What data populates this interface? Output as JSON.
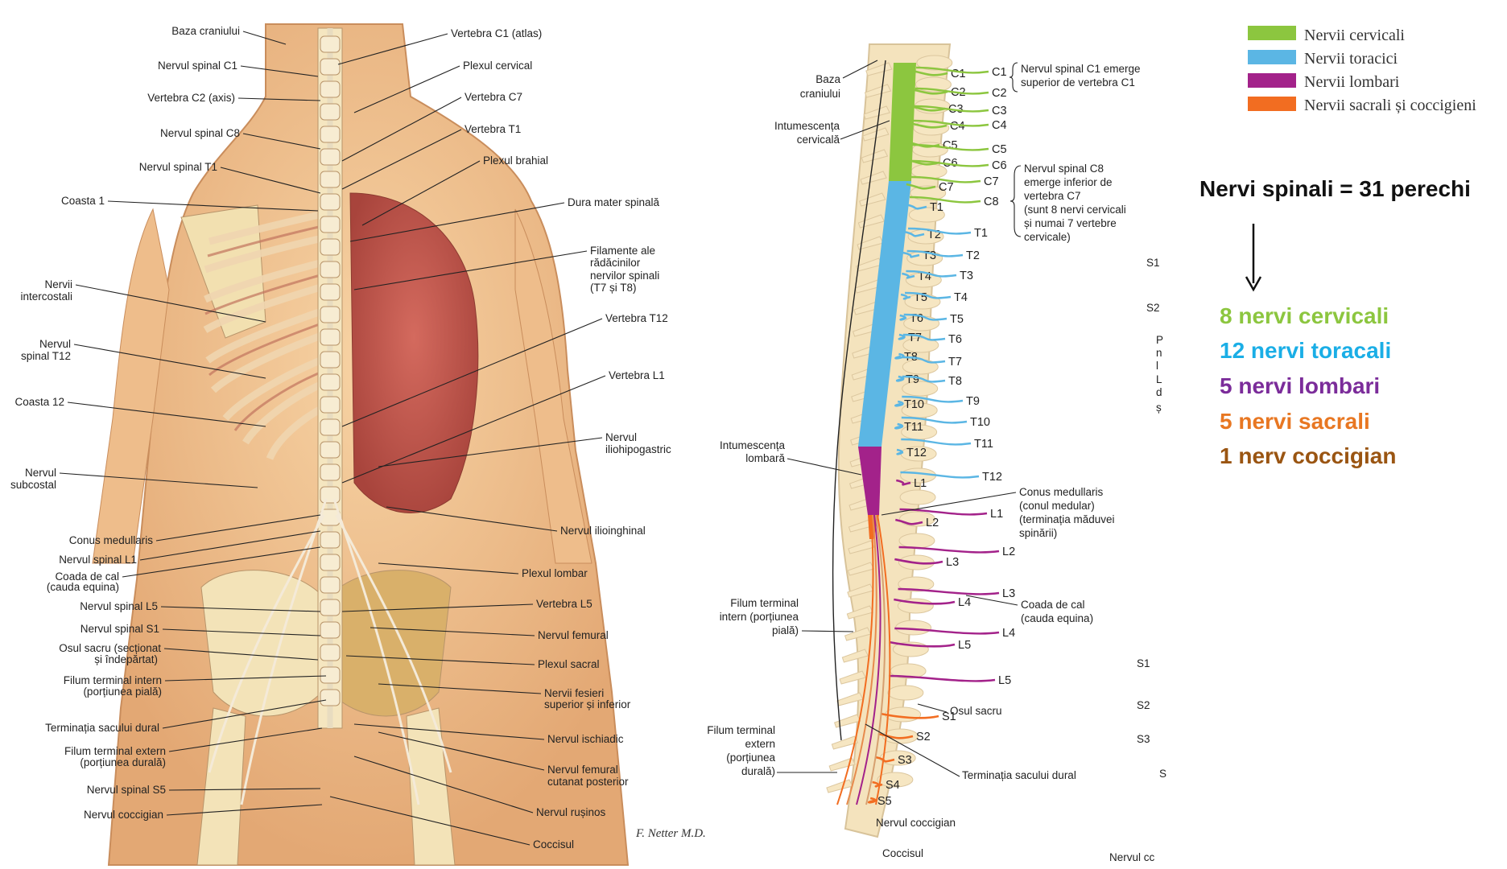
{
  "left_figure": {
    "signature": "F. Netter M.D.",
    "left_labels": [
      "Baza craniului",
      "Nervul spinal C1",
      "Vertebra C2 (axis)",
      "Nervul spinal C8",
      "Nervul spinal T1",
      "Coasta 1",
      "Nervii",
      "intercostali",
      "Nervul",
      "spinal T12",
      "Coasta 12",
      "Nervul",
      "subcostal",
      "Conus medullaris",
      "Nervul spinal L1",
      "Coada de cal",
      "(cauda equina)",
      "Nervul spinal L5",
      "Nervul spinal S1",
      "Osul sacru (secționat",
      "și îndepărtat)",
      "Filum terminal intern",
      "(porțiunea pială)",
      "Terminația sacului dural",
      "Filum terminal extern",
      "(porțiunea durală)",
      "Nervul spinal S5",
      "Nervul coccigian"
    ],
    "right_labels": [
      "Vertebra C1 (atlas)",
      "Plexul cervical",
      "Vertebra C7",
      "Vertebra T1",
      "Plexul brahial",
      "Dura mater spinală",
      "Filamente ale",
      "rădăcinilor",
      "nervilor spinali",
      "(T7 și T8)",
      "Vertebra T12",
      "Vertebra L1",
      "Nervul",
      "iliohipogastric",
      "Nervul ilioinghinal",
      "Plexul lombar",
      "Vertebra L5",
      "Nervul femural",
      "Plexul sacral",
      "Nervii fesieri",
      "superior și inferior",
      "Nervul ischiadic",
      "Nervul femural",
      "cutanat posterior",
      "Nervul rușinos",
      "Coccisul"
    ]
  },
  "middle_figure": {
    "left_labels": [
      "Baza",
      "craniului",
      "Intumescența",
      "cervicală",
      "Intumescența",
      "lombară",
      "Filum terminal",
      "intern (porțiunea",
      "pială)",
      "Filum terminal",
      "extern",
      "(porțiunea",
      "durală)"
    ],
    "levels_inner": [
      "C1",
      "C2",
      "C3",
      "C4",
      "C5",
      "C6",
      "C7",
      "T1",
      "T2",
      "T3",
      "T4",
      "T5",
      "T6",
      "T7",
      "T8",
      "T9",
      "T10",
      "T11",
      "T12",
      "L1",
      "L2",
      "L3",
      "L4",
      "L5",
      "S1",
      "S2",
      "S3",
      "S4",
      "S5"
    ],
    "levels_outer": [
      "C1",
      "C2",
      "C3",
      "C4",
      "C5",
      "C6",
      "C7",
      "C8",
      "T1",
      "T2",
      "T3",
      "T4",
      "T5",
      "T6",
      "T7",
      "T8",
      "T9",
      "T10",
      "T11",
      "T12",
      "L1",
      "L2",
      "L3",
      "L4",
      "L5"
    ],
    "right_labels": [
      "Nervul spinal C1 emerge",
      "superior de vertebra C1",
      "Nervul spinal C8",
      "emerge inferior de",
      "vertebra C7",
      "(sunt 8 nervi cervicali",
      "și numai 7 vertebre",
      "cervicale)",
      "Conus medullaris",
      "(conul medular)",
      "(terminația măduvei",
      "spinării)",
      "Coada de cal",
      "(cauda equina)",
      "Osul sacru",
      "Terminația sacului dural",
      "Nervul coccigian",
      "Coccisul"
    ],
    "edge_fragments": [
      "S1",
      "S2",
      "P",
      "n",
      "l",
      "L",
      "d",
      "ș",
      "S1",
      "S2",
      "S3",
      "S",
      "Nervul cc"
    ]
  },
  "legend": {
    "items": [
      {
        "label": "Nervii cervicali",
        "color": "#8cc63f"
      },
      {
        "label": "Nervii toracici",
        "color": "#5bb6e4"
      },
      {
        "label": "Nervii lombari",
        "color": "#a3228a"
      },
      {
        "label": "Nervii sacrali și coccigieni",
        "color": "#f26d21"
      }
    ]
  },
  "summary": {
    "title": "Nervi spinali = 31 perechi",
    "counts": [
      {
        "text": "8 nervi cervicali",
        "color": "#8cc63f"
      },
      {
        "text": "12 nervi toracali",
        "color": "#1aaee6"
      },
      {
        "text": "5 nervi lombari",
        "color": "#7b2c9a"
      },
      {
        "text": "5 nervi sacrali",
        "color": "#e87722"
      },
      {
        "text": "1 nerv coccigian",
        "color": "#9a5512"
      }
    ]
  }
}
